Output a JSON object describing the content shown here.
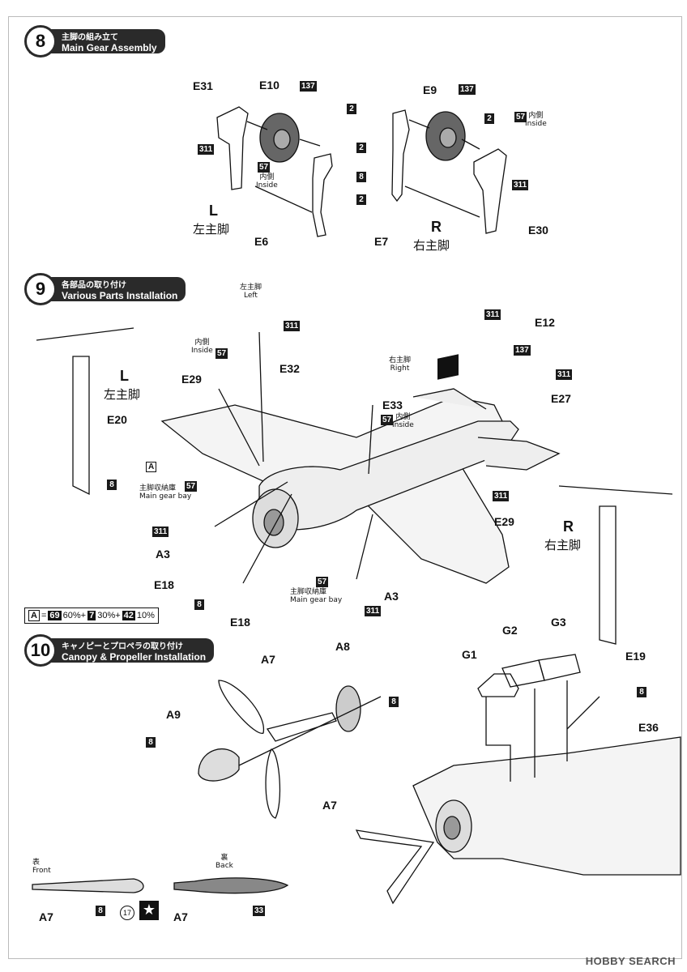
{
  "steps": [
    {
      "num": "8",
      "jp": "主脚の組み立て",
      "en": "Main Gear Assembly"
    },
    {
      "num": "9",
      "jp": "各部品の取り付け",
      "en": "Various Parts Installation"
    },
    {
      "num": "10",
      "jp": "キャノピーとプロペラの取り付け",
      "en": "Canopy & Propeller Installation"
    }
  ],
  "s8": {
    "E31": "E31",
    "E10": "E10",
    "c137a": "137",
    "c2a": "2",
    "c311a": "311",
    "c57a": "57",
    "inside_jp": "内側",
    "inside_en": "Inside",
    "c2b": "2",
    "c8a": "8",
    "c2c": "2",
    "L": "L",
    "L_jp": "左主脚",
    "E6": "E6",
    "E7": "E7",
    "E9": "E9",
    "c137b": "137",
    "c2d": "2",
    "c57b": "57",
    "inside_jp2": "内側",
    "inside_en2": "Inside",
    "c311b": "311",
    "R": "R",
    "R_jp": "右主脚",
    "E30": "E30"
  },
  "s9": {
    "left_jp": "左主脚",
    "left_en": "Left",
    "c311a": "311",
    "c57a": "57",
    "inside_jp": "内側",
    "inside_en": "Inside",
    "E29a": "E29",
    "E32": "E32",
    "right_jp": "右主脚",
    "right_en": "Right",
    "E33": "E33",
    "c57b": "57",
    "inside_jp2": "内側",
    "inside_en2": "Inside",
    "L": "L",
    "L_jp": "左主脚",
    "E20": "E20",
    "cA": "A",
    "c8": "8",
    "bay_jp": "主脚収納庫",
    "bay_en": "Main gear bay",
    "c57c": "57",
    "c311b": "311",
    "A3a": "A3",
    "E18a": "E18",
    "c8b": "8",
    "E18b": "E18",
    "c57d": "57",
    "bay_jp2": "主脚収納庫",
    "bay_en2": "Main gear bay",
    "A3b": "A3",
    "c311c": "311",
    "c311d": "311",
    "E12": "E12",
    "c137": "137",
    "c311e": "311",
    "E27": "E27",
    "c311f": "311",
    "E29b": "E29",
    "R": "R",
    "R_jp": "右主脚"
  },
  "mix": {
    "a": "A",
    "eq": "=",
    "c69": "69",
    "p1": "60%+",
    "c7": "7",
    "p2": "30%+",
    "c42": "42",
    "p3": "10%"
  },
  "s10": {
    "A7a": "A7",
    "A8": "A8",
    "c8a": "8",
    "A9": "A9",
    "c8b": "8",
    "A7b": "A7",
    "G1": "G1",
    "G2": "G2",
    "G3": "G3",
    "E19": "E19",
    "c8c": "8",
    "E36": "E36",
    "front_jp": "表",
    "front_en": "Front",
    "A7c": "A7",
    "c8d": "8",
    "c17": "17",
    "back_jp": "裏",
    "back_en": "Back",
    "A7d": "A7",
    "c33": "33"
  },
  "watermark": "HOBBY SEARCH",
  "colors": {
    "header_bg": "#2a2a2a",
    "chip": "#1a1a1a",
    "prop_gray": "#999999"
  }
}
